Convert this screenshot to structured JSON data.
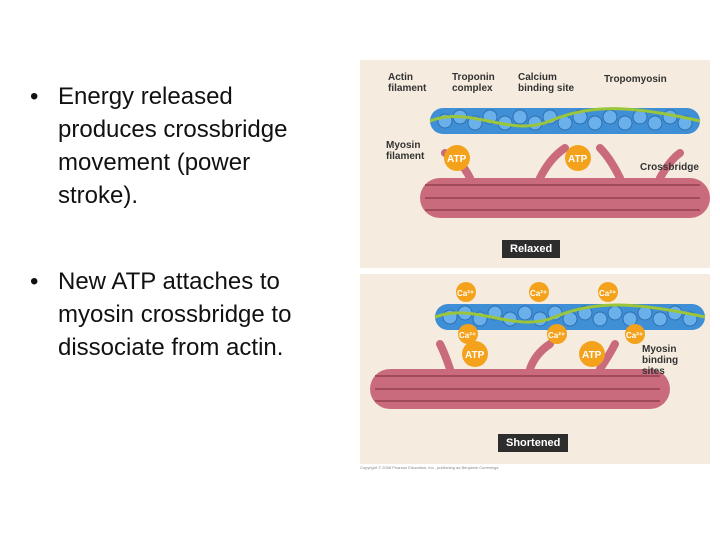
{
  "bullets": [
    "Energy released produces crossbridge movement (power stroke).",
    "New ATP attaches to myosin crossbridge to dissociate from actin."
  ],
  "figure": {
    "relaxed": {
      "actin_filament": "Actin filament",
      "troponin_complex": "Troponin complex",
      "calcium_binding_site": "Calcium binding site",
      "tropomyosin": "Tropomyosin",
      "myosin_filament": "Myosin filament",
      "crossbridge": "Crossbridge",
      "atp": "ATP",
      "state": "Relaxed"
    },
    "shortened": {
      "ca": "Ca²⁺",
      "atp": "ATP",
      "myosin_binding_sites": "Myosin binding sites",
      "state": "Shortened"
    },
    "copyright": "Copyright © 2008 Pearson Education, Inc., publishing as Benjamin Cummings."
  }
}
